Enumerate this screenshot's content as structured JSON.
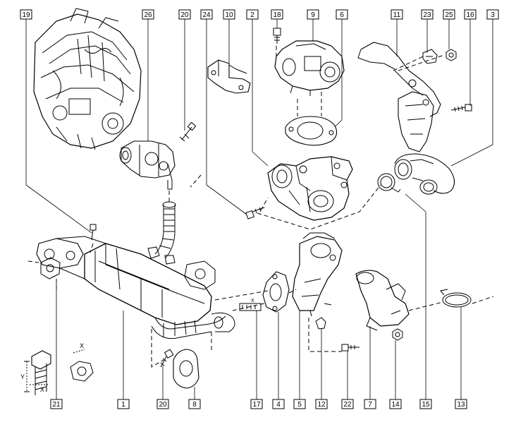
{
  "diagram": {
    "callouts_top": [
      "19",
      "26",
      "20",
      "24",
      "10",
      "2",
      "18",
      "9",
      "6",
      "11",
      "23",
      "25",
      "16",
      "3"
    ],
    "callouts_bottom": [
      "21",
      "1",
      "20",
      "8",
      "17",
      "4",
      "5",
      "12",
      "22",
      "7",
      "14",
      "15",
      "13"
    ],
    "detail_labels": {
      "x": "X",
      "y": "Y"
    },
    "line_color": "#000000",
    "background_color": "#ffffff"
  }
}
